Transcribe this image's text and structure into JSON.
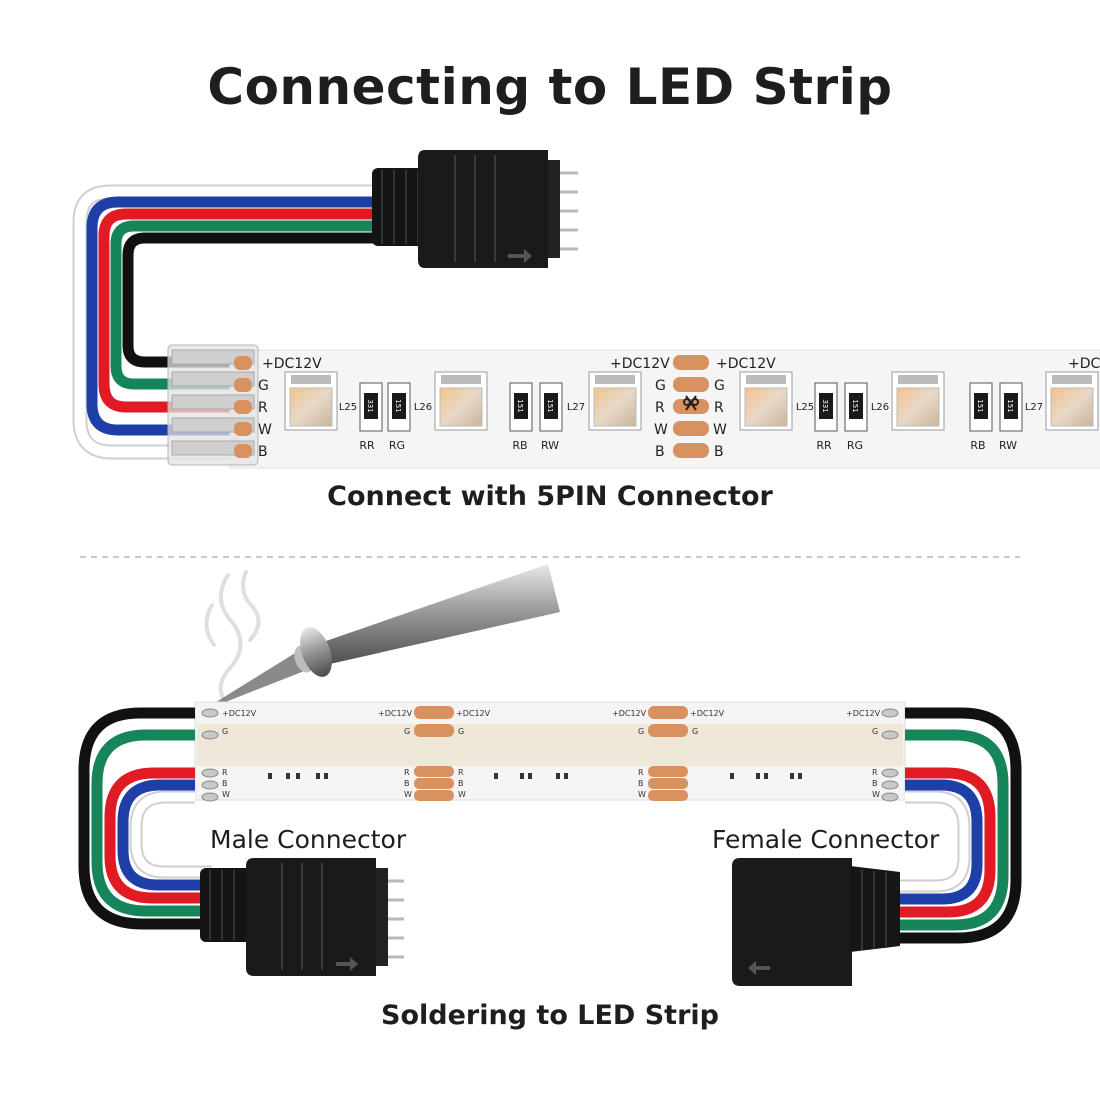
{
  "title": "Connecting to LED Strip",
  "section_top": {
    "caption": "Connect with 5PIN Connector",
    "pad_labels": [
      "+DC12V",
      "G",
      "R",
      "W",
      "B"
    ],
    "resistor_labels": [
      "RR",
      "RG",
      "RB",
      "RW",
      "RR",
      "RG",
      "RB",
      "RW"
    ],
    "line_labels": [
      "L25",
      "L26",
      "L27",
      "L25",
      "L26",
      "L27"
    ],
    "resistor_codes": [
      "331",
      "151",
      "151",
      "151",
      "331",
      "151",
      "151",
      "151"
    ]
  },
  "section_bottom": {
    "caption": "Soldering to LED Strip",
    "male_label": "Male Connector",
    "female_label": "Female Connector",
    "pad_labels_top": [
      "+DC12V",
      "G"
    ],
    "pad_labels_bottom": [
      "R",
      "B",
      "W"
    ]
  },
  "wire_colors": {
    "white": "#ffffff",
    "blue": "#1e3fa8",
    "red": "#e01b24",
    "green": "#17855a",
    "black": "#111111"
  },
  "icons": [
    "soldering-iron-icon",
    "arrow-icon"
  ]
}
